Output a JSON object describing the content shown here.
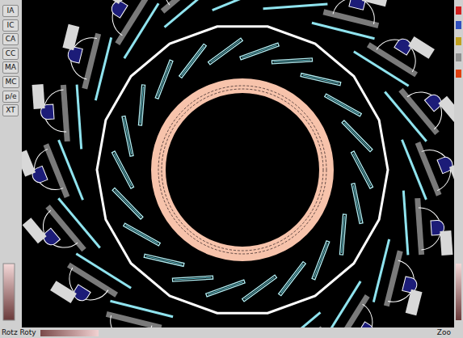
{
  "diagram": {
    "nodes": [
      {
        "text": [
          "IA"
        ]
      },
      {
        "text": [
          "IC"
        ]
      },
      {
        "text": [
          "CA"
        ]
      },
      {
        "text": [
          "CC"
        ]
      },
      {
        "text": [
          "MA"
        ]
      },
      {
        "text": [
          "MC"
        ]
      },
      {
        "text": [
          "p/e"
        ]
      },
      {
        "text": [
          "XT"
        ]
      }
    ],
    "labels": [
      "Rotz Roty",
      "Zoo"
    ]
  }
}
